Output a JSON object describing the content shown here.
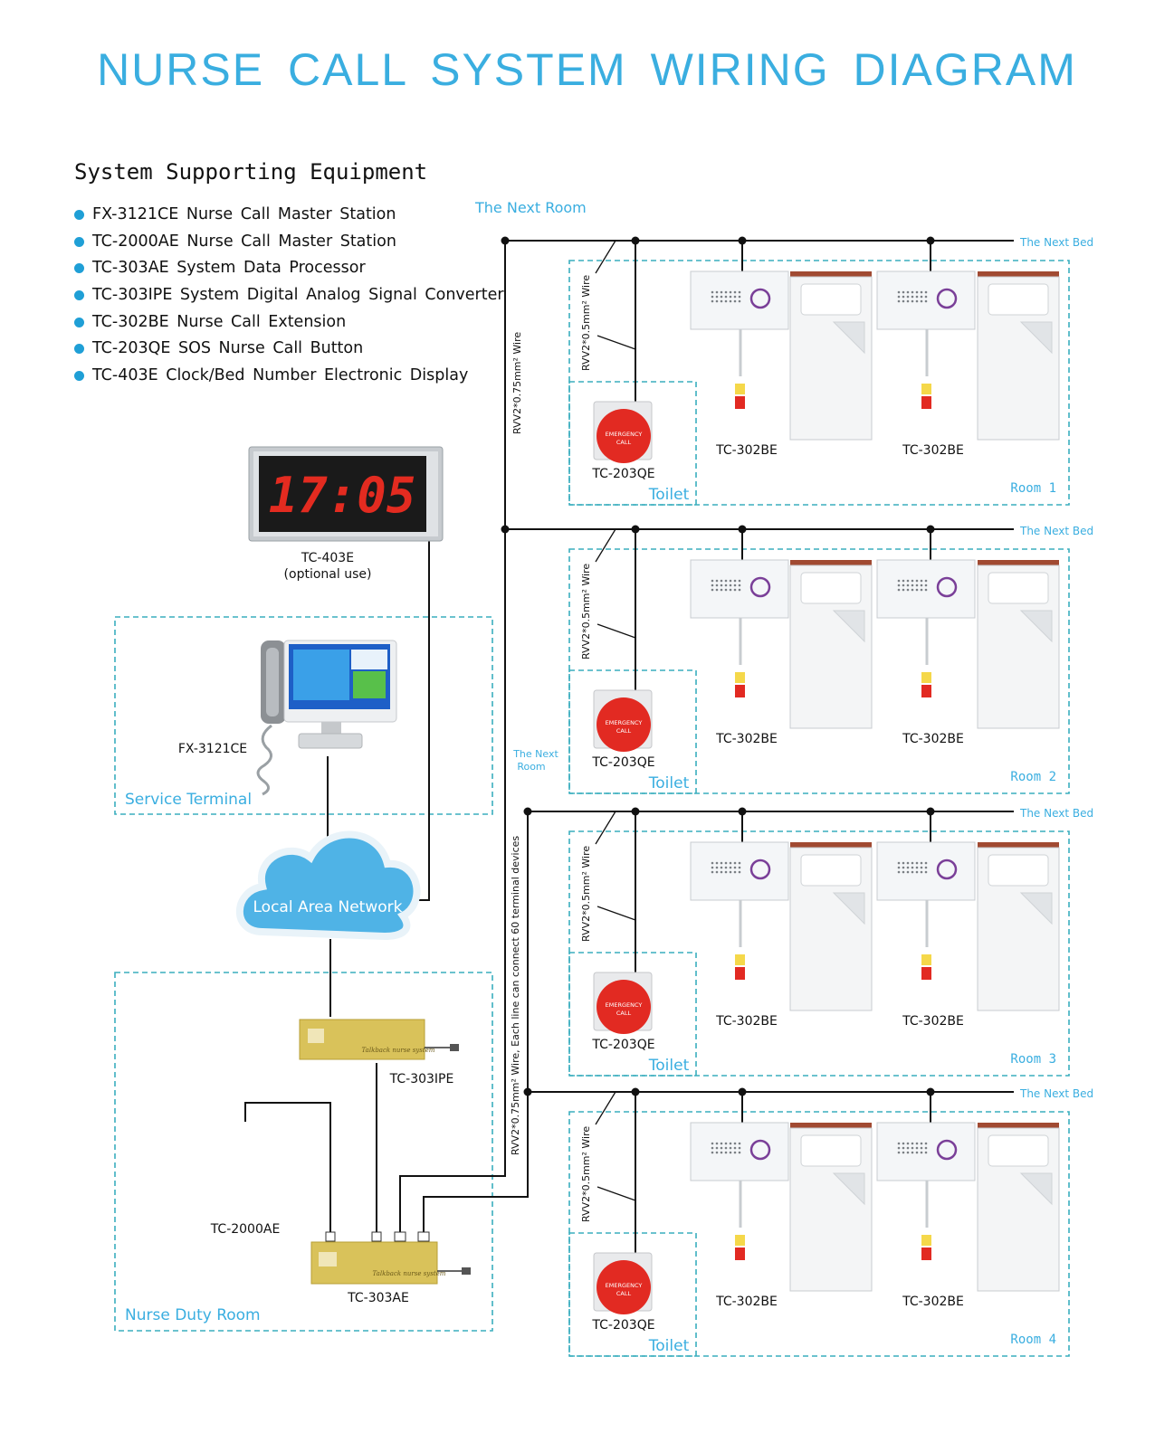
{
  "title": "NURSE CALL SYSTEM WIRING DIAGRAM",
  "colors": {
    "accent": "#3aaee0",
    "bullet": "#1f9fd6",
    "zone_border": "#3aaebe",
    "wire": "#111111"
  },
  "equipment": {
    "heading": "System Supporting Equipment",
    "items": [
      "FX-3121CE  Nurse  Call  Master  Station",
      "TC-2000AE  Nurse  Call  Master  Station",
      "TC-303AE  System  Data  Processor",
      "TC-303IPE  System  Digital Analog Signal Converter",
      "TC-302BE  Nurse  Call  Extension",
      "TC-203QE  SOS  Nurse  Call  Button",
      "TC-403E  Clock/Bed Number Electronic Display"
    ]
  },
  "clock": {
    "model": "TC-403E",
    "note": "(optional use)",
    "time": "17:05"
  },
  "service_terminal": {
    "zone_label": "Service Terminal",
    "device": "FX-3121CE"
  },
  "network": {
    "label": "Local Area Network"
  },
  "duty_room": {
    "zone_label": "Nurse Duty Room",
    "converter": "TC-303IPE",
    "master": "TC-2000AE",
    "processor": "TC-303AE",
    "device_text": "Talkback  nurse  system"
  },
  "wiring": {
    "next_room": "The Next Room",
    "next_room_short": [
      "The Next",
      "Room"
    ],
    "next_bed": "The Next Bed",
    "upper_wire": "RVV2*0.75mm²  Wire",
    "lower_wire": "RVV2*0.75mm²  Wire, Each line can connect 60 terminal devices",
    "branch_wire": "RVV2*0.5mm²  Wire"
  },
  "rooms": [
    {
      "name": "Room  1",
      "toilet": "Toilet",
      "button": "TC-203QE",
      "extensions": [
        "TC-302BE",
        "TC-302BE"
      ]
    },
    {
      "name": "Room  2",
      "toilet": "Toilet",
      "button": "TC-203QE",
      "extensions": [
        "TC-302BE",
        "TC-302BE"
      ]
    },
    {
      "name": "Room  3",
      "toilet": "Toilet",
      "button": "TC-203QE",
      "extensions": [
        "TC-302BE",
        "TC-302BE"
      ]
    },
    {
      "name": "Room  4",
      "toilet": "Toilet",
      "button": "TC-203QE",
      "extensions": [
        "TC-302BE",
        "TC-302BE"
      ]
    }
  ],
  "sos_button_text": [
    "EMERGENCY",
    "CALL"
  ]
}
